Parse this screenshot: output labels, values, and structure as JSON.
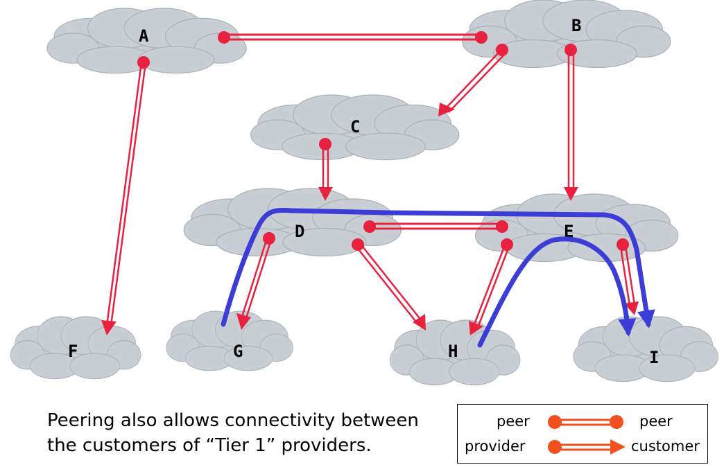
{
  "nodes": {
    "a": "A",
    "b": "B",
    "c": "C",
    "d": "D",
    "e": "E",
    "f": "F",
    "g": "G",
    "h": "H",
    "i": "I"
  },
  "caption": {
    "line1": "Peering also allows connectivity between",
    "line2": "the customers of “Tier 1” providers."
  },
  "legend": {
    "peer_left": "peer",
    "peer_right": "peer",
    "provider": "provider",
    "customer": "customer"
  },
  "colors": {
    "cloud_fill": "#c8ced3",
    "link_red": "#e8213f",
    "path_blue": "#3c3dd6",
    "legend_orange": "#f0501e"
  }
}
